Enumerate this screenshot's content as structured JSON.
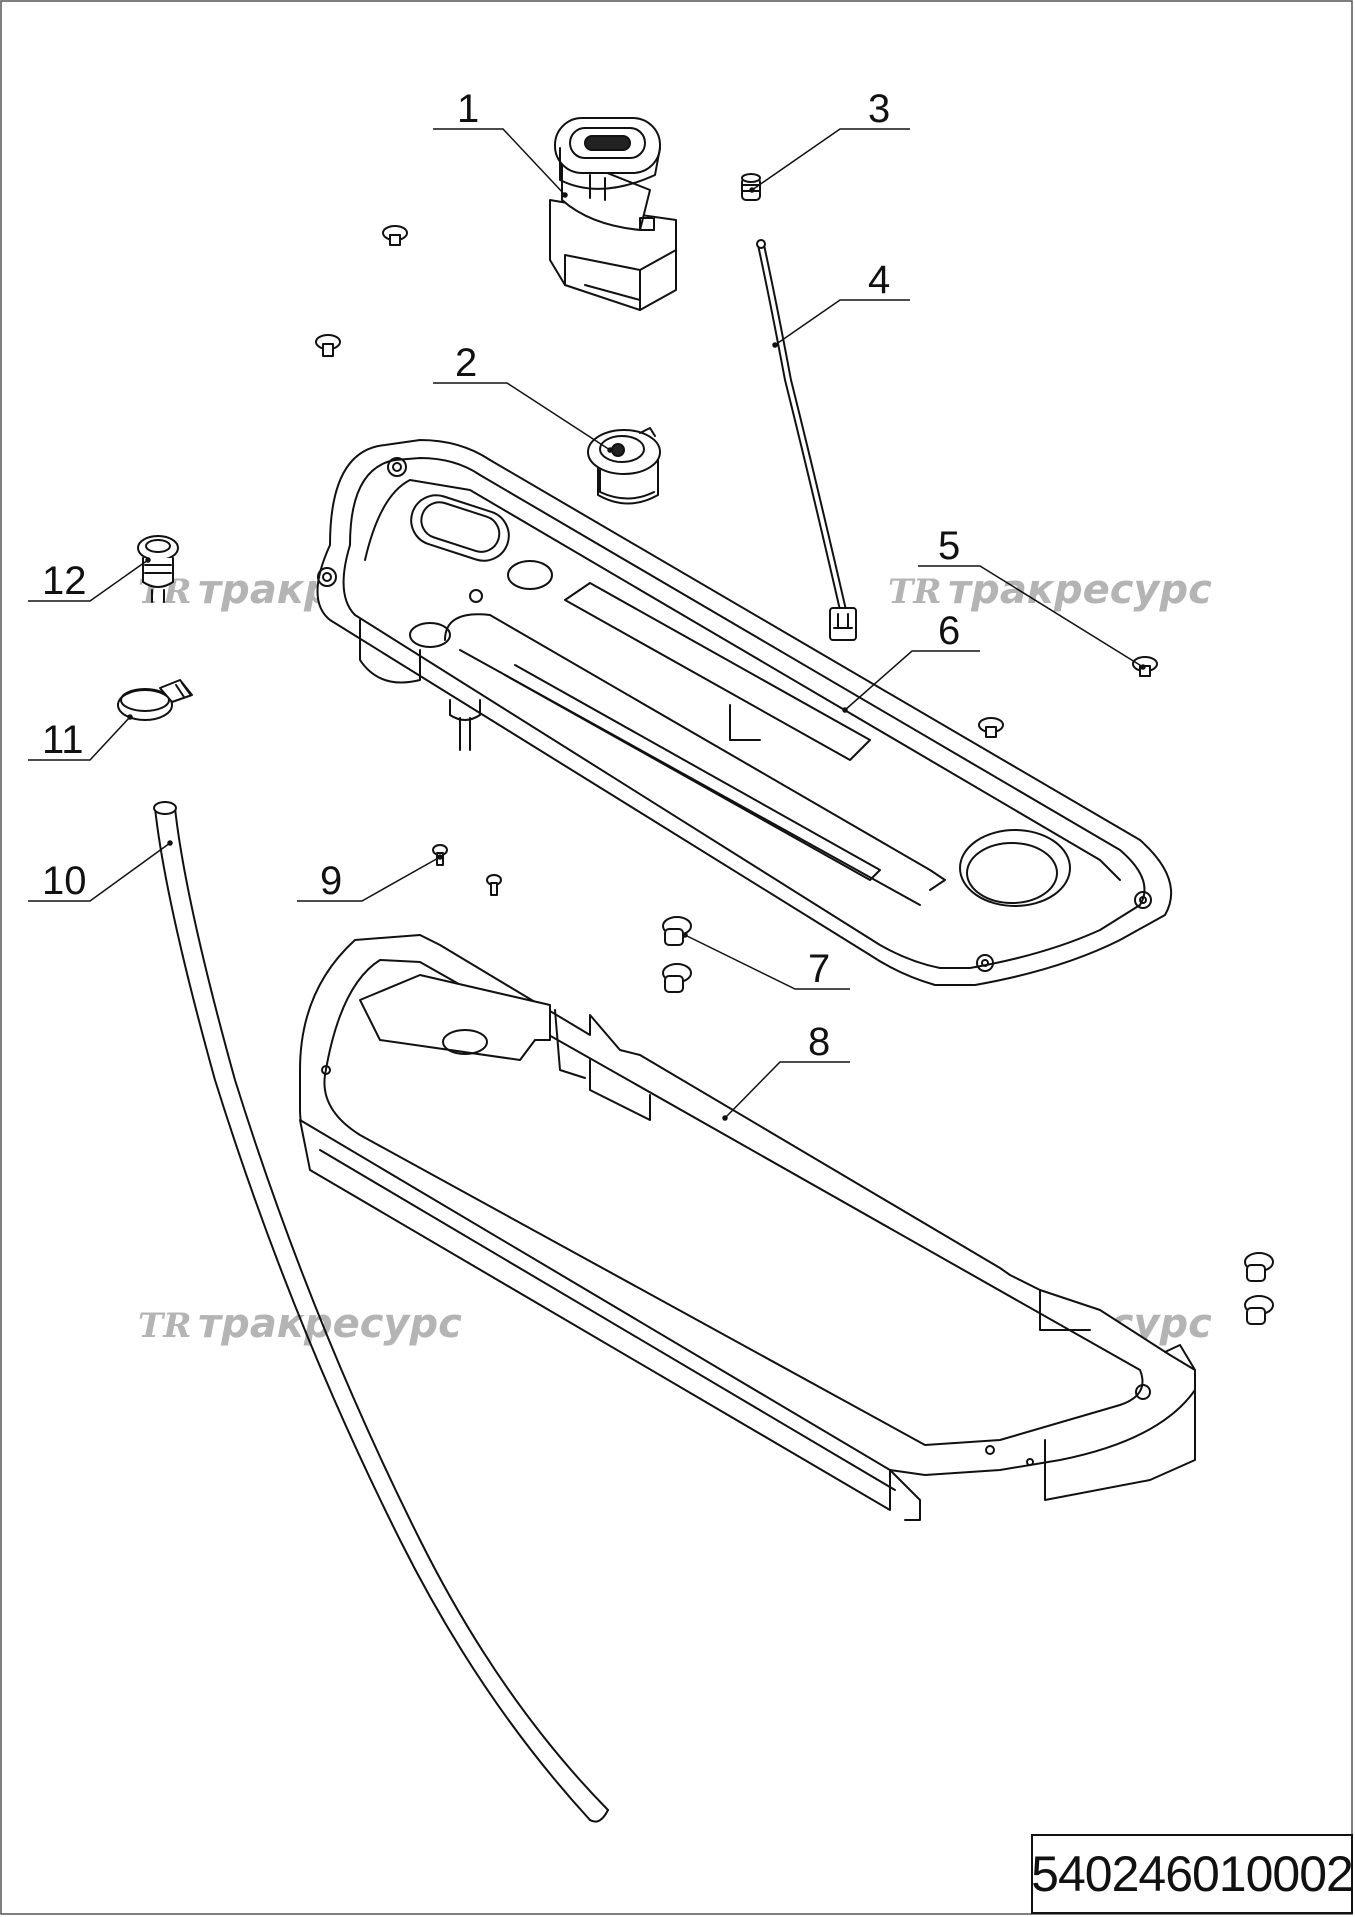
{
  "drawing": {
    "callouts": [
      {
        "number": "1"
      },
      {
        "number": "2"
      },
      {
        "number": "3"
      },
      {
        "number": "4"
      },
      {
        "number": "5"
      },
      {
        "number": "6"
      },
      {
        "number": "7"
      },
      {
        "number": "8"
      },
      {
        "number": "9"
      },
      {
        "number": "10"
      },
      {
        "number": "11"
      },
      {
        "number": "12"
      }
    ],
    "watermark": {
      "logo": "TR",
      "text": "тракресурс"
    },
    "document_code": "540246010002"
  },
  "colors": {
    "line": "#111111",
    "watermark": "#b4b4b4",
    "background": "#ffffff"
  }
}
